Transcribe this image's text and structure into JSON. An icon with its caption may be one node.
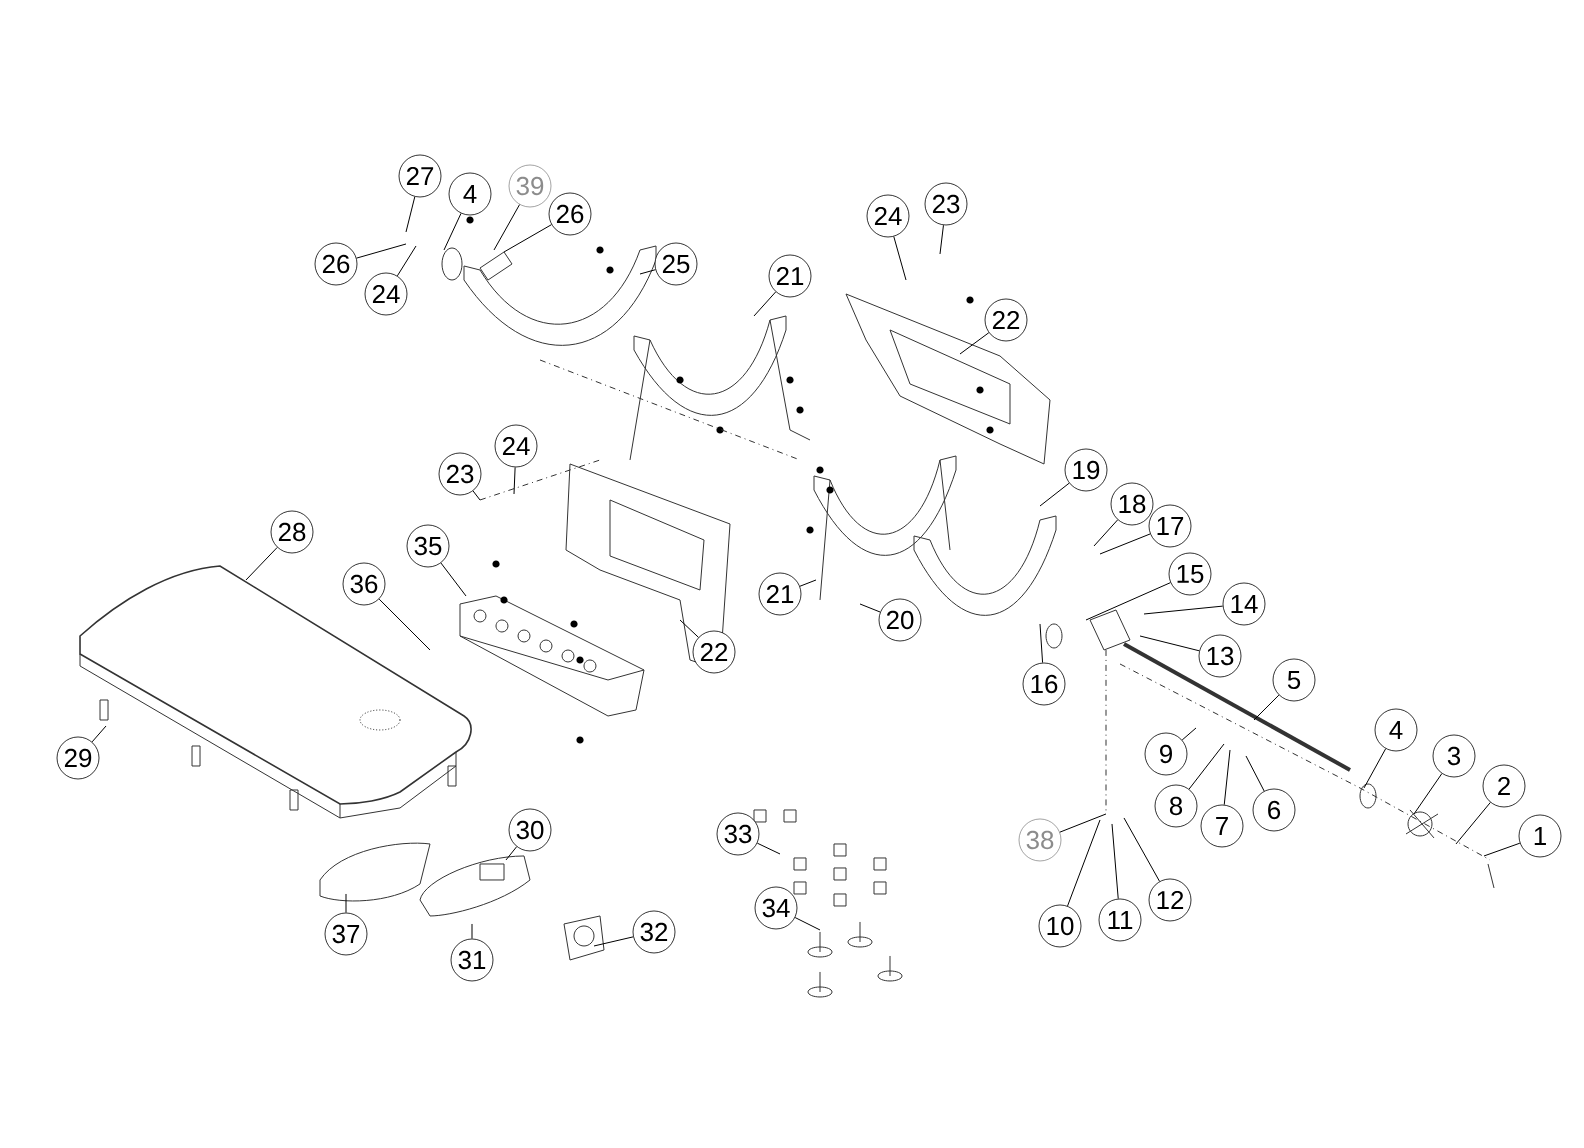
{
  "diagram": {
    "nodes": [
      {
        "text": [
          "27"
        ]
      },
      {
        "text": [
          "4"
        ]
      },
      {
        "text": [
          "39"
        ]
      },
      {
        "text": [
          "26"
        ]
      },
      {
        "text": [
          "26"
        ]
      },
      {
        "text": [
          "24"
        ]
      },
      {
        "text": [
          "25"
        ]
      },
      {
        "text": [
          "21"
        ]
      },
      {
        "text": [
          "24"
        ]
      },
      {
        "text": [
          "23"
        ]
      },
      {
        "text": [
          "22"
        ]
      },
      {
        "text": [
          "24"
        ]
      },
      {
        "text": [
          "23"
        ]
      },
      {
        "text": [
          "28"
        ]
      },
      {
        "text": [
          "35"
        ]
      },
      {
        "text": [
          "36"
        ]
      },
      {
        "text": [
          "22"
        ]
      },
      {
        "text": [
          "21"
        ]
      },
      {
        "text": [
          "20"
        ]
      },
      {
        "text": [
          "19"
        ]
      },
      {
        "text": [
          "18"
        ]
      },
      {
        "text": [
          "17"
        ]
      },
      {
        "text": [
          "15"
        ]
      },
      {
        "text": [
          "14"
        ]
      },
      {
        "text": [
          "13"
        ]
      },
      {
        "text": [
          "16"
        ]
      },
      {
        "text": [
          "5"
        ]
      },
      {
        "text": [
          "9"
        ]
      },
      {
        "text": [
          "8"
        ]
      },
      {
        "text": [
          "7"
        ]
      },
      {
        "text": [
          "6"
        ]
      },
      {
        "text": [
          "4"
        ]
      },
      {
        "text": [
          "3"
        ]
      },
      {
        "text": [
          "2"
        ]
      },
      {
        "text": [
          "1"
        ]
      },
      {
        "text": [
          "29"
        ]
      },
      {
        "text": [
          "38"
        ]
      },
      {
        "text": [
          "30"
        ]
      },
      {
        "text": [
          "33"
        ]
      },
      {
        "text": [
          "10"
        ]
      },
      {
        "text": [
          "11"
        ]
      },
      {
        "text": [
          "12"
        ]
      },
      {
        "text": [
          "37"
        ]
      },
      {
        "text": [
          "34"
        ]
      },
      {
        "text": [
          "31"
        ]
      },
      {
        "text": [
          "32"
        ]
      }
    ],
    "edges": [
      {
        "from": 0,
        "to": null,
        "arrow": "none"
      },
      {
        "from": 1,
        "to": null,
        "arrow": "none"
      },
      {
        "from": 2,
        "to": null,
        "arrow": "none"
      },
      {
        "from": 3,
        "to": null,
        "arrow": "none"
      },
      {
        "from": 4,
        "to": null,
        "arrow": "none"
      },
      {
        "from": 5,
        "to": null,
        "arrow": "none"
      },
      {
        "from": 6,
        "to": null,
        "arrow": "none"
      },
      {
        "from": 7,
        "to": null,
        "arrow": "none"
      },
      {
        "from": 8,
        "to": null,
        "arrow": "none"
      },
      {
        "from": 9,
        "to": null,
        "arrow": "none"
      },
      {
        "from": 10,
        "to": null,
        "arrow": "none"
      },
      {
        "from": 11,
        "to": null,
        "arrow": "none"
      },
      {
        "from": 12,
        "to": null,
        "arrow": "none"
      },
      {
        "from": 13,
        "to": null,
        "arrow": "none"
      },
      {
        "from": 14,
        "to": null,
        "arrow": "none"
      },
      {
        "from": 15,
        "to": null,
        "arrow": "none"
      },
      {
        "from": 16,
        "to": null,
        "arrow": "none"
      },
      {
        "from": 17,
        "to": null,
        "arrow": "none"
      },
      {
        "from": 18,
        "to": null,
        "arrow": "none"
      },
      {
        "from": 19,
        "to": null,
        "arrow": "none"
      },
      {
        "from": 20,
        "to": null,
        "arrow": "none"
      },
      {
        "from": 21,
        "to": null,
        "arrow": "none"
      },
      {
        "from": 22,
        "to": null,
        "arrow": "none"
      },
      {
        "from": 23,
        "to": null,
        "arrow": "none"
      },
      {
        "from": 24,
        "to": null,
        "arrow": "none"
      },
      {
        "from": 25,
        "to": null,
        "arrow": "none"
      },
      {
        "from": 26,
        "to": null,
        "arrow": "none"
      },
      {
        "from": 27,
        "to": null,
        "arrow": "none"
      },
      {
        "from": 28,
        "to": null,
        "arrow": "none"
      },
      {
        "from": 29,
        "to": null,
        "arrow": "none"
      },
      {
        "from": 30,
        "to": null,
        "arrow": "none"
      },
      {
        "from": 31,
        "to": null,
        "arrow": "none"
      },
      {
        "from": 32,
        "to": null,
        "arrow": "none"
      },
      {
        "from": 33,
        "to": null,
        "arrow": "none"
      },
      {
        "from": 34,
        "to": null,
        "arrow": "none"
      },
      {
        "from": 35,
        "to": null,
        "arrow": "none"
      },
      {
        "from": 36,
        "to": null,
        "arrow": "none"
      },
      {
        "from": 37,
        "to": null,
        "arrow": "none"
      },
      {
        "from": 38,
        "to": null,
        "arrow": "none"
      },
      {
        "from": 39,
        "to": null,
        "arrow": "none"
      },
      {
        "from": 40,
        "to": null,
        "arrow": "none"
      },
      {
        "from": 41,
        "to": null,
        "arrow": "none"
      },
      {
        "from": 42,
        "to": null,
        "arrow": "none"
      },
      {
        "from": 43,
        "to": null,
        "arrow": "none"
      },
      {
        "from": 44,
        "to": null,
        "arrow": "none"
      },
      {
        "from": 45,
        "to": null,
        "arrow": "none"
      }
    ]
  }
}
